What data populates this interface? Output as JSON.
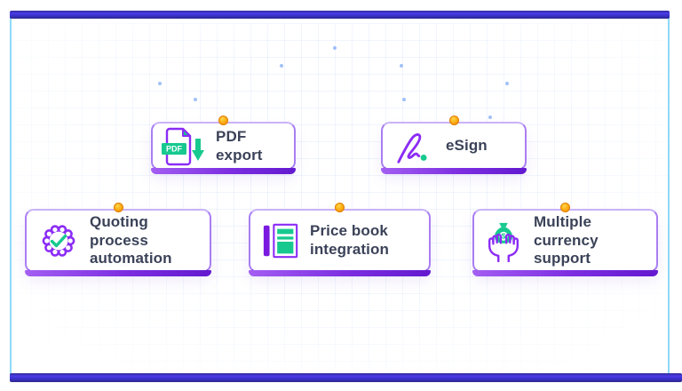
{
  "colors": {
    "accent_purple": "#8b2cf5",
    "accent_teal": "#17c98f",
    "bar_indigo": "#3a31c8",
    "frame_blue": "#8ed9f8",
    "dot_orange": "#fdb017",
    "text": "#3b4258"
  },
  "cards": [
    {
      "id": "pdf-export",
      "label": "PDF export",
      "icon": "pdf-file-icon",
      "badge_text": "PDF"
    },
    {
      "id": "esign",
      "label": "eSign",
      "icon": "signature-icon"
    },
    {
      "id": "quoting-process-automation",
      "label": "Quoting process automation",
      "icon": "verified-badge-icon"
    },
    {
      "id": "price-book-integration",
      "label": "Price book integration",
      "icon": "price-book-icon"
    },
    {
      "id": "multiple-currency-support",
      "label": "Multiple currency support",
      "icon": "money-bag-in-hands-icon",
      "currency_symbol": "$"
    }
  ]
}
